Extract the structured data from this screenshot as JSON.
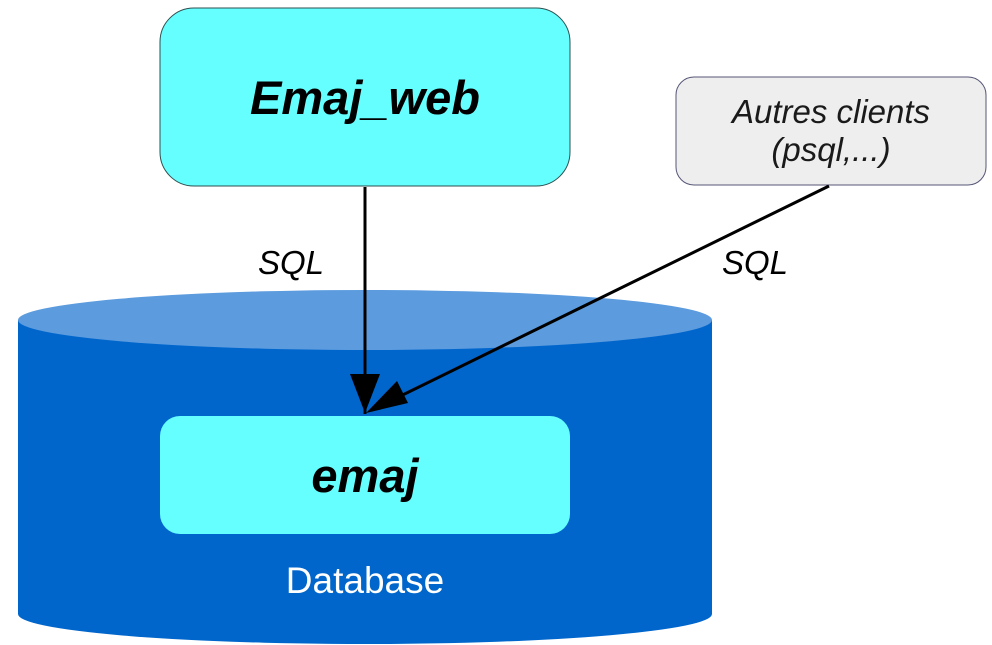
{
  "nodes": {
    "emaj_web": "Emaj_web",
    "autres_clients": [
      "Autres clients",
      "(psql,...)"
    ],
    "emaj": "emaj",
    "database": "Database"
  },
  "edges": {
    "emaj_web_to_emaj": "SQL",
    "clients_to_emaj": "SQL"
  },
  "colors": {
    "cyan_box": "#66ffff",
    "client_box": "#eeeeee",
    "cylinder_body": "#0066cc",
    "cylinder_top": "#5b9bde",
    "inner_box": "#66ffff",
    "arrow": "#000000"
  }
}
